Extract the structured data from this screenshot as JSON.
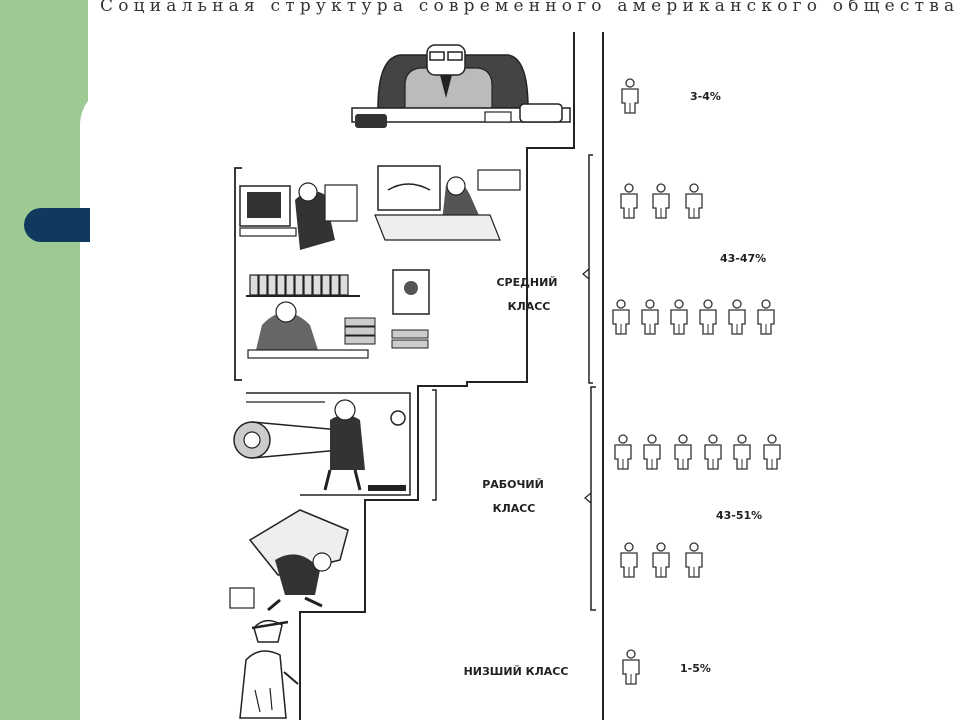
{
  "slide": {
    "title": "Социальная структура современного американского общества",
    "accent_color": "#9dca94",
    "marker_color": "#0f3a5e"
  },
  "classes": {
    "upper": {
      "percent": "3-4%",
      "figure_count": 1
    },
    "middle": {
      "label_line1": "СРЕДНИЙ",
      "label_line2": "КЛАСС",
      "percent": "43-47%",
      "figure_rows": [
        3,
        6
      ]
    },
    "working": {
      "label_line1": "РАБОЧИЙ",
      "label_line2": "КЛАСС",
      "percent": "43-51%",
      "figure_rows": [
        6,
        3
      ]
    },
    "lower": {
      "label": "НИЗШИЙ КЛАСС",
      "percent": "1-5%",
      "figure_count": 1
    }
  },
  "illustrations": {
    "upper": "executive-at-desk-illustration",
    "middle": "office-workers-illustration",
    "working": "factory-worker-illustration",
    "lower": "poor-man-illustration"
  }
}
